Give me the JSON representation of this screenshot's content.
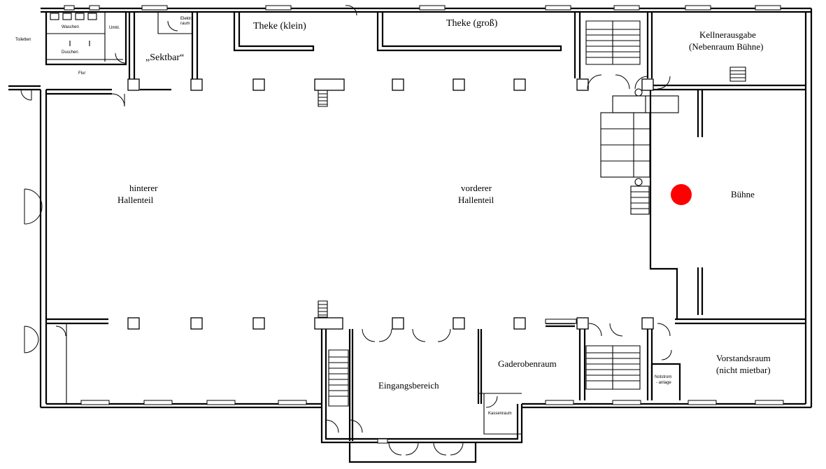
{
  "rooms": {
    "toiletten": "Toiletten",
    "waschen": "Waschen",
    "duschen": "Duschen",
    "umkl": "Umkl.",
    "flur": "Flur",
    "elektroraum_1": "Elektr.",
    "elektroraum_2": "raum",
    "sektbar": "„Sektbar“",
    "theke_klein": "Theke (klein)",
    "theke_gross": "Theke (groß)",
    "kellnerausgabe_1": "Kellnerausgabe",
    "kellnerausgabe_2": "(Nebenraum Bühne)",
    "hinterer_1": "hinterer",
    "hinterer_2": "Hallenteil",
    "vorderer_1": "vorderer",
    "vorderer_2": "Hallenteil",
    "buehne": "Bühne",
    "gaderobenraum": "Gaderobenraum",
    "eingangsbereich": "Eingangsbereich",
    "kassenraum": "Kassenraum",
    "notstrom_1": "Notstrom",
    "notstrom_2": "- anlage",
    "vorstandsraum_1": "Vorstandsraum",
    "vorstandsraum_2": "(nicht mietbar)"
  },
  "marker": {
    "color": "#ff0000"
  },
  "colors": {
    "line": "#000000",
    "background": "#ffffff"
  }
}
